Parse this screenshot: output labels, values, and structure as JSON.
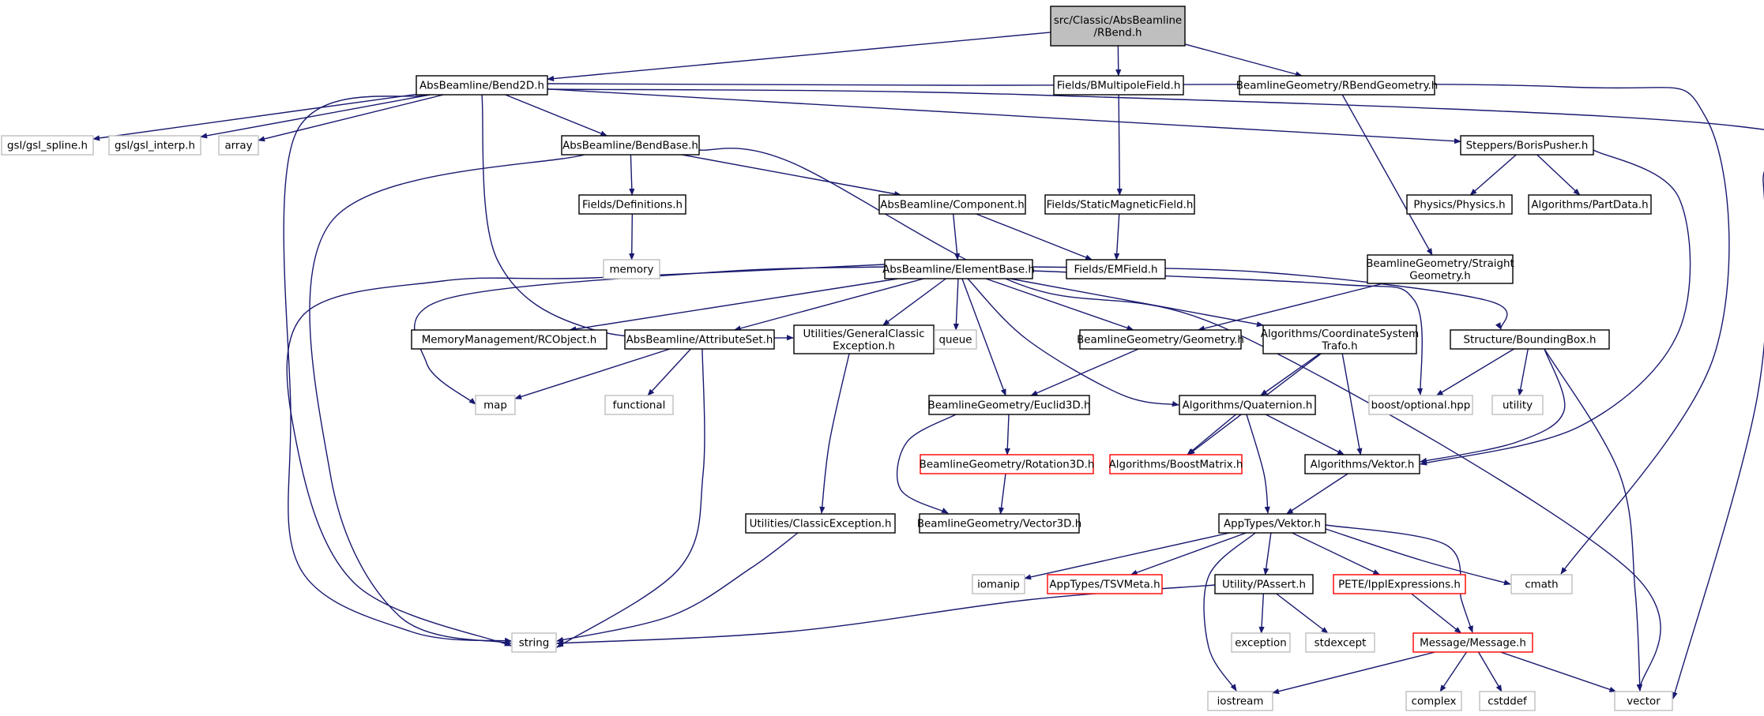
{
  "diagram": {
    "colors": {
      "edge": "#191970",
      "border_normal": "#000000",
      "border_external": "#bfbfbf",
      "border_truncated": "#ff0000",
      "fill_root": "#bfbfbf",
      "fill_normal": "#ffffff"
    },
    "nodes": [
      {
        "id": "rbend",
        "lines": [
          "src/Classic/AbsBeamline",
          "/RBend.h"
        ],
        "kind": "root"
      },
      {
        "id": "bend2d",
        "lines": [
          "AbsBeamline/Bend2D.h"
        ],
        "kind": "normal"
      },
      {
        "id": "bmultipole",
        "lines": [
          "Fields/BMultipoleField.h"
        ],
        "kind": "normal"
      },
      {
        "id": "rbendgeom",
        "lines": [
          "BeamlineGeometry/RBendGeometry.h"
        ],
        "kind": "normal"
      },
      {
        "id": "gsl_spline",
        "lines": [
          "gsl/gsl_spline.h"
        ],
        "kind": "external"
      },
      {
        "id": "gsl_interp",
        "lines": [
          "gsl/gsl_interp.h"
        ],
        "kind": "external"
      },
      {
        "id": "array",
        "lines": [
          "array"
        ],
        "kind": "external"
      },
      {
        "id": "bendbase",
        "lines": [
          "AbsBeamline/BendBase.h"
        ],
        "kind": "normal"
      },
      {
        "id": "borispusher",
        "lines": [
          "Steppers/BorisPusher.h"
        ],
        "kind": "normal"
      },
      {
        "id": "definitions",
        "lines": [
          "Fields/Definitions.h"
        ],
        "kind": "normal"
      },
      {
        "id": "component",
        "lines": [
          "AbsBeamline/Component.h"
        ],
        "kind": "normal"
      },
      {
        "id": "staticmag",
        "lines": [
          "Fields/StaticMagneticField.h"
        ],
        "kind": "normal"
      },
      {
        "id": "physics",
        "lines": [
          "Physics/Physics.h"
        ],
        "kind": "normal"
      },
      {
        "id": "partdata",
        "lines": [
          "Algorithms/PartData.h"
        ],
        "kind": "normal"
      },
      {
        "id": "memory",
        "lines": [
          "memory"
        ],
        "kind": "external"
      },
      {
        "id": "elementbase",
        "lines": [
          "AbsBeamline/ElementBase.h"
        ],
        "kind": "normal"
      },
      {
        "id": "emfield",
        "lines": [
          "Fields/EMField.h"
        ],
        "kind": "normal"
      },
      {
        "id": "straightgeom",
        "lines": [
          "BeamlineGeometry/Straight",
          "Geometry.h"
        ],
        "kind": "normal"
      },
      {
        "id": "rcobject",
        "lines": [
          "MemoryManagement/RCObject.h"
        ],
        "kind": "normal"
      },
      {
        "id": "attributeset",
        "lines": [
          "AbsBeamline/AttributeSet.h"
        ],
        "kind": "normal"
      },
      {
        "id": "genclassicexc",
        "lines": [
          "Utilities/GeneralClassic",
          "Exception.h"
        ],
        "kind": "normal"
      },
      {
        "id": "queue",
        "lines": [
          "queue"
        ],
        "kind": "external"
      },
      {
        "id": "geometry",
        "lines": [
          "BeamlineGeometry/Geometry.h"
        ],
        "kind": "normal"
      },
      {
        "id": "coordtrafo",
        "lines": [
          "Algorithms/CoordinateSystem",
          "Trafo.h"
        ],
        "kind": "normal"
      },
      {
        "id": "boundingbox",
        "lines": [
          "Structure/BoundingBox.h"
        ],
        "kind": "normal"
      },
      {
        "id": "map",
        "lines": [
          "map"
        ],
        "kind": "external"
      },
      {
        "id": "functional",
        "lines": [
          "functional"
        ],
        "kind": "external"
      },
      {
        "id": "euclid3d",
        "lines": [
          "BeamlineGeometry/Euclid3D.h"
        ],
        "kind": "normal"
      },
      {
        "id": "quaternion",
        "lines": [
          "Algorithms/Quaternion.h"
        ],
        "kind": "normal"
      },
      {
        "id": "boostoptional",
        "lines": [
          "boost/optional.hpp"
        ],
        "kind": "external"
      },
      {
        "id": "utility",
        "lines": [
          "utility"
        ],
        "kind": "external"
      },
      {
        "id": "rotation3d",
        "lines": [
          "BeamlineGeometry/Rotation3D.h"
        ],
        "kind": "truncated"
      },
      {
        "id": "boostmatrix",
        "lines": [
          "Algorithms/BoostMatrix.h"
        ],
        "kind": "truncated"
      },
      {
        "id": "algvektor",
        "lines": [
          "Algorithms/Vektor.h"
        ],
        "kind": "normal"
      },
      {
        "id": "vector3d",
        "lines": [
          "BeamlineGeometry/Vector3D.h"
        ],
        "kind": "normal"
      },
      {
        "id": "classicexc",
        "lines": [
          "Utilities/ClassicException.h"
        ],
        "kind": "normal"
      },
      {
        "id": "apptypesvektor",
        "lines": [
          "AppTypes/Vektor.h"
        ],
        "kind": "normal"
      },
      {
        "id": "iomanip",
        "lines": [
          "iomanip"
        ],
        "kind": "external"
      },
      {
        "id": "tsvmeta",
        "lines": [
          "AppTypes/TSVMeta.h"
        ],
        "kind": "truncated"
      },
      {
        "id": "passert",
        "lines": [
          "Utility/PAssert.h"
        ],
        "kind": "normal"
      },
      {
        "id": "ipplexpr",
        "lines": [
          "PETE/IpplExpressions.h"
        ],
        "kind": "truncated"
      },
      {
        "id": "cmath",
        "lines": [
          "cmath"
        ],
        "kind": "external"
      },
      {
        "id": "string",
        "lines": [
          "string"
        ],
        "kind": "external"
      },
      {
        "id": "exception",
        "lines": [
          "exception"
        ],
        "kind": "external"
      },
      {
        "id": "stdexcept",
        "lines": [
          "stdexcept"
        ],
        "kind": "external"
      },
      {
        "id": "message",
        "lines": [
          "Message/Message.h"
        ],
        "kind": "truncated"
      },
      {
        "id": "iostream",
        "lines": [
          "iostream"
        ],
        "kind": "external"
      },
      {
        "id": "complex",
        "lines": [
          "complex"
        ],
        "kind": "external"
      },
      {
        "id": "cstddef",
        "lines": [
          "cstddef"
        ],
        "kind": "external"
      },
      {
        "id": "vector",
        "lines": [
          "vector"
        ],
        "kind": "external"
      }
    ],
    "edges": [
      [
        "rbend",
        "bend2d"
      ],
      [
        "rbend",
        "bmultipole"
      ],
      [
        "rbend",
        "rbendgeom"
      ],
      [
        "bend2d",
        "gsl_spline"
      ],
      [
        "bend2d",
        "gsl_interp"
      ],
      [
        "bend2d",
        "array"
      ],
      [
        "bend2d",
        "bendbase"
      ],
      [
        "bend2d",
        "borispusher"
      ],
      [
        "bend2d",
        "string"
      ],
      [
        "bend2d",
        "genclassicexc"
      ],
      [
        "bend2d",
        "cmath"
      ],
      [
        "bend2d",
        "vector"
      ],
      [
        "bmultipole",
        "staticmag"
      ],
      [
        "rbendgeom",
        "straightgeom"
      ],
      [
        "bendbase",
        "definitions"
      ],
      [
        "bendbase",
        "component"
      ],
      [
        "bendbase",
        "string"
      ],
      [
        "bendbase",
        "vector"
      ],
      [
        "borispusher",
        "physics"
      ],
      [
        "borispusher",
        "partdata"
      ],
      [
        "borispusher",
        "algvektor"
      ],
      [
        "definitions",
        "memory"
      ],
      [
        "component",
        "elementbase"
      ],
      [
        "component",
        "emfield"
      ],
      [
        "staticmag",
        "emfield"
      ],
      [
        "elementbase",
        "rcobject"
      ],
      [
        "elementbase",
        "attributeset"
      ],
      [
        "elementbase",
        "genclassicexc"
      ],
      [
        "elementbase",
        "queue"
      ],
      [
        "elementbase",
        "geometry"
      ],
      [
        "elementbase",
        "coordtrafo"
      ],
      [
        "elementbase",
        "boundingbox"
      ],
      [
        "elementbase",
        "map"
      ],
      [
        "elementbase",
        "string"
      ],
      [
        "elementbase",
        "euclid3d"
      ],
      [
        "elementbase",
        "quaternion"
      ],
      [
        "elementbase",
        "boostoptional"
      ],
      [
        "straightgeom",
        "geometry"
      ],
      [
        "attributeset",
        "map"
      ],
      [
        "attributeset",
        "functional"
      ],
      [
        "attributeset",
        "string"
      ],
      [
        "genclassicexc",
        "classicexc"
      ],
      [
        "geometry",
        "euclid3d"
      ],
      [
        "coordtrafo",
        "quaternion"
      ],
      [
        "coordtrafo",
        "boostmatrix"
      ],
      [
        "coordtrafo",
        "algvektor"
      ],
      [
        "boundingbox",
        "boostoptional"
      ],
      [
        "boundingbox",
        "utility"
      ],
      [
        "boundingbox",
        "algvektor"
      ],
      [
        "boundingbox",
        "vector"
      ],
      [
        "euclid3d",
        "rotation3d"
      ],
      [
        "euclid3d",
        "vector3d"
      ],
      [
        "rotation3d",
        "vector3d"
      ],
      [
        "quaternion",
        "boostmatrix"
      ],
      [
        "quaternion",
        "algvektor"
      ],
      [
        "quaternion",
        "apptypesvektor"
      ],
      [
        "algvektor",
        "apptypesvektor"
      ],
      [
        "classicexc",
        "string"
      ],
      [
        "apptypesvektor",
        "iomanip"
      ],
      [
        "apptypesvektor",
        "tsvmeta"
      ],
      [
        "apptypesvektor",
        "passert"
      ],
      [
        "apptypesvektor",
        "ipplexpr"
      ],
      [
        "apptypesvektor",
        "cmath"
      ],
      [
        "apptypesvektor",
        "message"
      ],
      [
        "apptypesvektor",
        "iostream"
      ],
      [
        "passert",
        "string"
      ],
      [
        "passert",
        "exception"
      ],
      [
        "passert",
        "stdexcept"
      ],
      [
        "ipplexpr",
        "message"
      ],
      [
        "message",
        "iostream"
      ],
      [
        "message",
        "complex"
      ],
      [
        "message",
        "cstddef"
      ],
      [
        "message",
        "vector"
      ]
    ]
  }
}
